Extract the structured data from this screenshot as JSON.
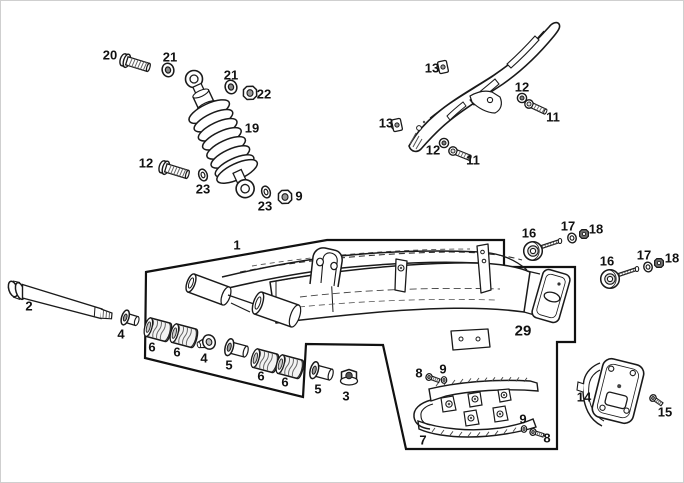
{
  "colors": {
    "line": "#1a1a1a",
    "detail": "#555555",
    "background": "#ffffff",
    "border": "#cfcfcf"
  },
  "callouts": {
    "p1": "1",
    "p2": "2",
    "p3": "3",
    "p4a": "4",
    "p4b": "4",
    "p5a": "5",
    "p5b": "5",
    "p6a": "6",
    "p6b": "6",
    "p6c": "6",
    "p6d": "6",
    "p7": "7",
    "p8a": "8",
    "p8b": "8",
    "p9a": "9",
    "p9b": "9",
    "p9c": "9",
    "p11a": "11",
    "p11b": "11",
    "p12a": "12",
    "p12b": "12",
    "p12c": "12",
    "p13a": "13",
    "p13b": "13",
    "p14": "14",
    "p15": "15",
    "p16a": "16",
    "p16b": "16",
    "p17a": "17",
    "p17b": "17",
    "p18a": "18",
    "p18b": "18",
    "p19": "19",
    "p20": "20",
    "p21a": "21",
    "p21b": "21",
    "p22": "22",
    "p23a": "23",
    "p23b": "23",
    "p29": "29"
  }
}
